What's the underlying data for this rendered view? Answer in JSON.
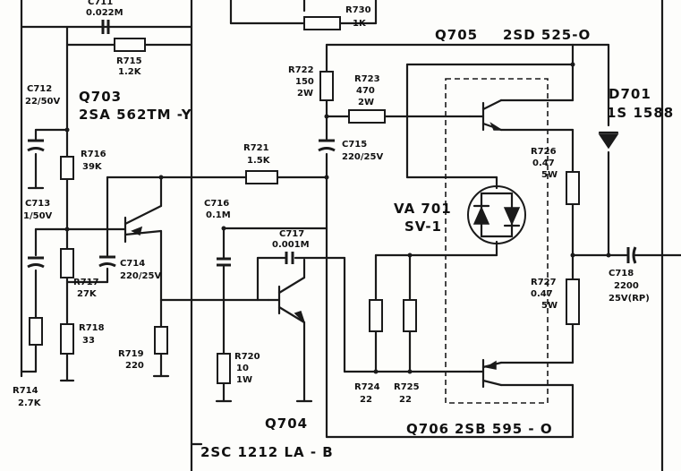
{
  "labels": {
    "c711_top": "C711",
    "c711_val": "0.022M",
    "r730": "R730",
    "r730_val": "1K",
    "q705_name": "Q705",
    "q705_part": "2SD 525-O",
    "r715": "R715",
    "r715_val": "1.2K",
    "c712": "C712",
    "c712_val": "22/50V",
    "q703_name": "Q703",
    "q703_part": "2SA 562TM -Y",
    "r722": "R722",
    "r722_val1": "150",
    "r722_val2": "2W",
    "r723": "R723",
    "r723_val1": "470",
    "r723_val2": "2W",
    "d701_name": "D701",
    "d701_part": "1S 1588",
    "r716": "R716",
    "r716_val": "39K",
    "r721": "R721",
    "r721_val": "1.5K",
    "c715": "C715",
    "c715_val": "220/25V",
    "r726": "R726",
    "r726_val1": "0.47",
    "r726_val2": "5W",
    "c713": "C713",
    "c713_val": "1/50V",
    "c716": "C716",
    "c716_val": "0.1M",
    "va701_name": "VA 701",
    "va701_part": "SV-1",
    "c717": "C717",
    "c717_val": "0.001M",
    "c714": "C714",
    "c714_val": "220/25V",
    "c718": "C718",
    "c718_val1": "2200",
    "c718_val2": "25V(RP)",
    "r727": "R727",
    "r727_val1": "0.47",
    "r727_val2": "5W",
    "r717": "R717",
    "r717_val": "27K",
    "r718": "R718",
    "r718_val": "33",
    "r719": "R719",
    "r719_val": "220",
    "r720": "R720",
    "r720_val1": "10",
    "r720_val2": "1W",
    "r714": "R714",
    "r714_val": "2.7K",
    "r724": "R724",
    "r724_val": "22",
    "r725": "R725",
    "r725_val": "22",
    "q704_name": "Q704",
    "q706_name": "Q706",
    "q706_part": "2SB 595 - O",
    "q704_part": "2SC 1212 LA - B"
  },
  "colors": {
    "ink": "#1a1a1a",
    "paper": "#fdfdfb"
  }
}
